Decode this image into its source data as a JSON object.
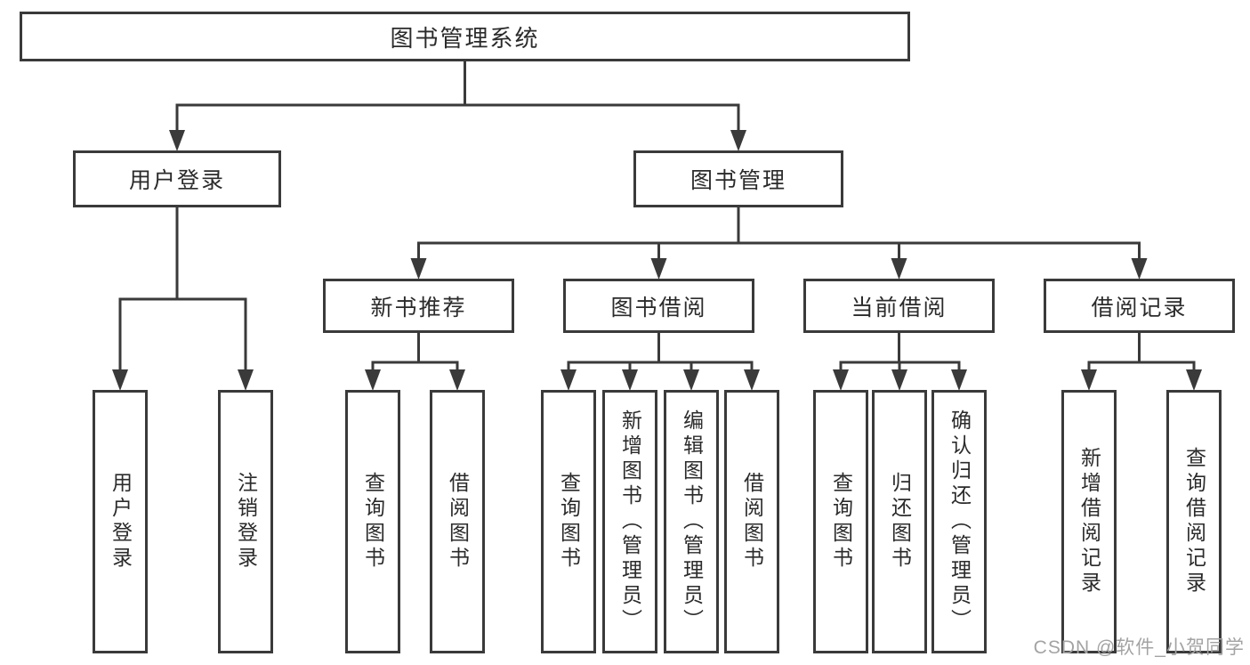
{
  "diagram_title": "图书管理系统",
  "tree": {
    "id": "root",
    "label": "图书管理系统",
    "children": [
      {
        "id": "user-login",
        "label": "用户登录",
        "children": [
          {
            "id": "leaf-user-login",
            "label": "用户登录"
          },
          {
            "id": "leaf-logout",
            "label": "注销登录"
          }
        ]
      },
      {
        "id": "book-mgmt",
        "label": "图书管理",
        "children": [
          {
            "id": "new-book-rec",
            "label": "新书推荐",
            "children": [
              {
                "id": "nbr-query",
                "label": "查询图书"
              },
              {
                "id": "nbr-borrow",
                "label": "借阅图书"
              }
            ]
          },
          {
            "id": "book-borrow",
            "label": "图书借阅",
            "children": [
              {
                "id": "bb-query",
                "label": "查询图书"
              },
              {
                "id": "bb-add",
                "label": "新增图书（管理员）"
              },
              {
                "id": "bb-edit",
                "label": "编辑图书（管理员）"
              },
              {
                "id": "bb-borrow",
                "label": "借阅图书"
              }
            ]
          },
          {
            "id": "current-borrow",
            "label": "当前借阅",
            "children": [
              {
                "id": "cb-query",
                "label": "查询图书"
              },
              {
                "id": "cb-return",
                "label": "归还图书"
              },
              {
                "id": "cb-confirm",
                "label": "确认归还（管理员）"
              }
            ]
          },
          {
            "id": "borrow-record",
            "label": "借阅记录",
            "children": [
              {
                "id": "br-add",
                "label": "新增借阅记录"
              },
              {
                "id": "br-query",
                "label": "查询借阅记录"
              }
            ]
          }
        ]
      }
    ]
  },
  "watermark": {
    "text": "CSDN @软件_小贺同学"
  },
  "colors": {
    "line": "#3a3a3a",
    "border": "#3a3a3a",
    "text": "#2b2b2b",
    "watermark": "#a3a3a3",
    "background": "#ffffff"
  }
}
